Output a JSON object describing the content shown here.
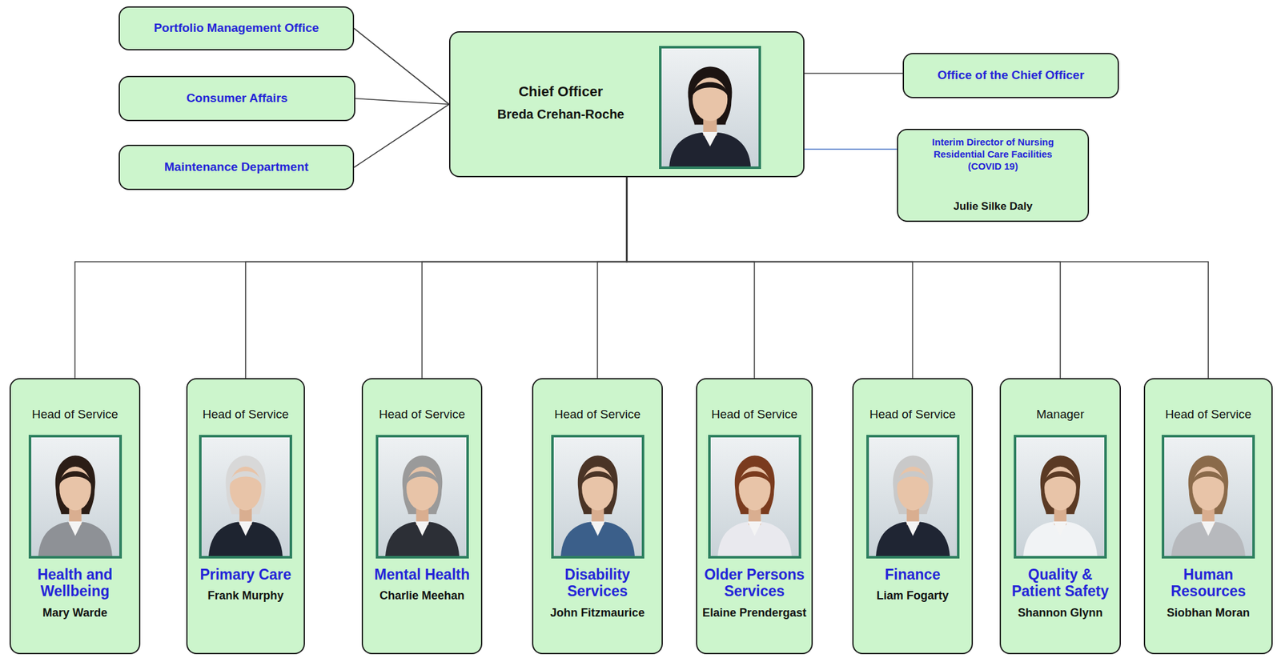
{
  "diagram": {
    "nodes": [
      {
        "text": [
          "Portfolio Management Office"
        ]
      },
      {
        "text": [
          "Consumer Affairs"
        ]
      },
      {
        "text": [
          "Maintenance Department"
        ]
      },
      {
        "text": [
          "Chief Officer",
          "Breda Crehan-Roche"
        ]
      },
      {
        "text": [
          "Office of the Chief Officer"
        ]
      },
      {
        "text": [
          "Interim Director of Nursing Residential Care Facilities (COVID 19)",
          "Julie Silke Daly"
        ]
      },
      {
        "text": [
          "Head of Service",
          "Health and Wellbeing",
          "Mary Warde"
        ]
      },
      {
        "text": [
          "Head of Service",
          "Primary Care",
          "Frank Murphy"
        ]
      },
      {
        "text": [
          "Head of Service",
          "Mental Health",
          "Charlie Meehan"
        ]
      },
      {
        "text": [
          "Head of Service",
          "Disability Services",
          "John Fitzmaurice"
        ]
      },
      {
        "text": [
          "Head of Service",
          "Older Persons Services",
          "Elaine Prendergast"
        ]
      },
      {
        "text": [
          "Head of Service",
          "Finance",
          "Liam Fogarty"
        ]
      },
      {
        "text": [
          "Manager",
          "Quality & Patient Safety",
          "Shannon Glynn"
        ]
      },
      {
        "text": [
          "Head of Service",
          "Human Resources",
          "Siobhan Moran"
        ]
      }
    ],
    "edges": [
      {
        "from": 3,
        "to": 0,
        "arrow": "none"
      },
      {
        "from": 3,
        "to": 1,
        "arrow": "none"
      },
      {
        "from": 3,
        "to": 2,
        "arrow": "none"
      },
      {
        "from": 3,
        "to": 4,
        "arrow": "none"
      },
      {
        "from": 3,
        "to": 5,
        "arrow": "none"
      },
      {
        "from": 3,
        "to": 6,
        "arrow": "none"
      },
      {
        "from": 3,
        "to": 7,
        "arrow": "none"
      },
      {
        "from": 3,
        "to": 8,
        "arrow": "none"
      },
      {
        "from": 3,
        "to": 9,
        "arrow": "none"
      },
      {
        "from": 3,
        "to": 10,
        "arrow": "none"
      },
      {
        "from": 3,
        "to": 11,
        "arrow": "none"
      },
      {
        "from": 3,
        "to": 12,
        "arrow": "none"
      },
      {
        "from": 3,
        "to": 13,
        "arrow": "none"
      }
    ]
  }
}
